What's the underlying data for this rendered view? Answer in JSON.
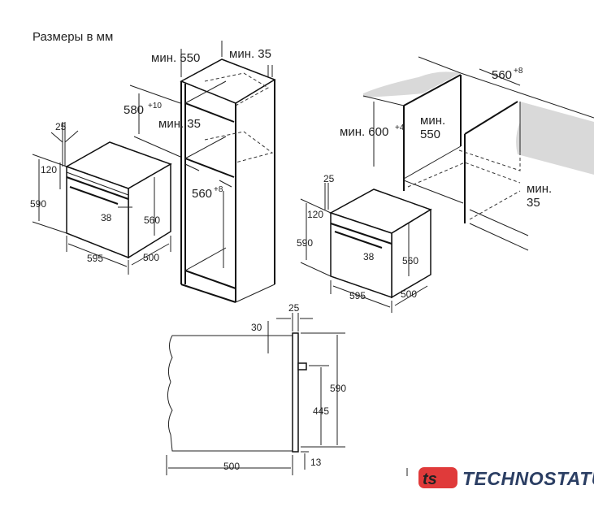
{
  "title": "Размеры в мм",
  "left_oven": {
    "d25": "25",
    "d120": "120",
    "d590": "590",
    "d38": "38",
    "d560": "560",
    "d595": "595",
    "d500": "500"
  },
  "tall_cabinet": {
    "min550": "мин. 550",
    "min35_top": "мин. 35",
    "h580": "580",
    "h580_tol": "+10",
    "min35_mid": "мин. 35",
    "w560": "560",
    "w560_tol": "+8"
  },
  "undercounter": {
    "w560": "560",
    "w560_tol": "+8",
    "h600": "мин. 600",
    "h600_tol": "+4",
    "min_label": "мин.",
    "d550": "550",
    "min35_label": "мин.",
    "d35": "35"
  },
  "right_oven": {
    "d25": "25",
    "d120": "120",
    "d590": "590",
    "d38": "38",
    "d560": "560",
    "d595": "595",
    "d500": "500"
  },
  "side_view": {
    "d25": "25",
    "d30": "30",
    "d590": "590",
    "d445": "445",
    "d500": "500",
    "d13": "13"
  },
  "logo": {
    "text": "TECHNOSTATUS",
    "mark": "ts",
    "mark_color": "#e03a3a",
    "text_color": "#2b3e63"
  }
}
